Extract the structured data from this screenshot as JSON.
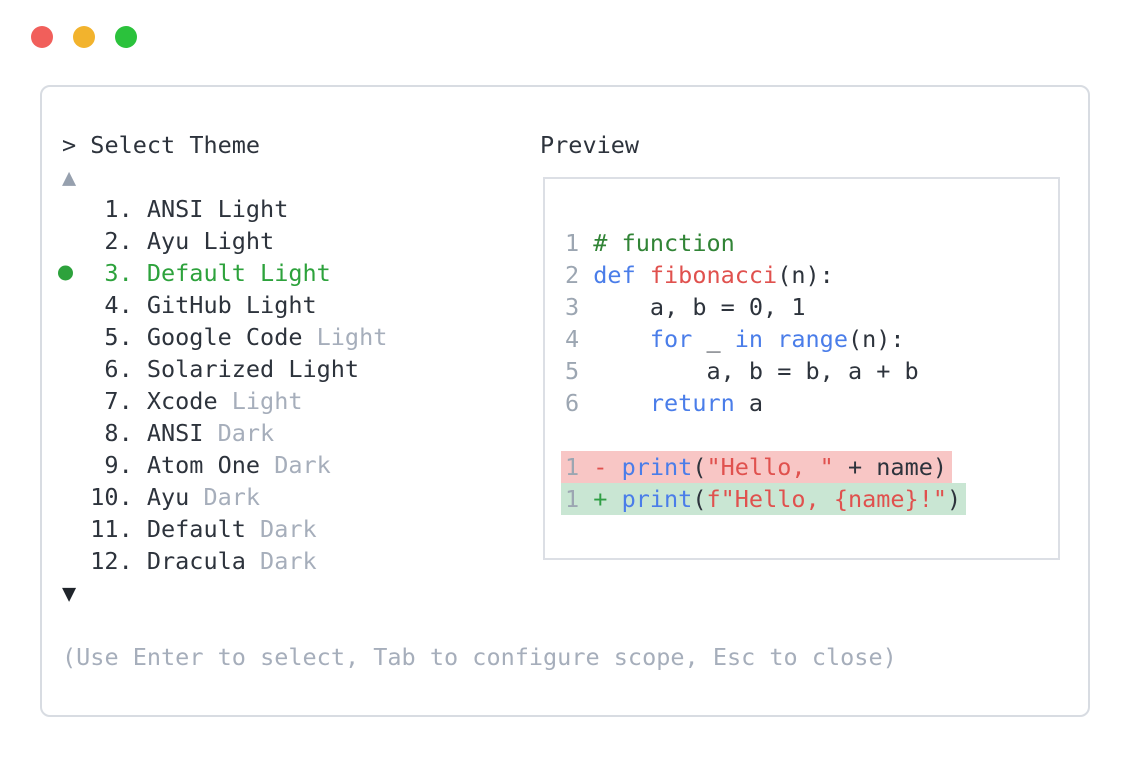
{
  "window": {
    "controls": [
      {
        "name": "close",
        "color": "#f15f5b"
      },
      {
        "name": "minimize",
        "color": "#f2b32d"
      },
      {
        "name": "maximize",
        "color": "#2bc23c"
      }
    ]
  },
  "prompt": {
    "text": "> Select Theme"
  },
  "list": {
    "scroll_up_indicator": "▲",
    "scroll_down_indicator": "▼",
    "selected_number": "3",
    "items": [
      {
        "number": "1",
        "name": "ANSI Light",
        "suffix": "",
        "selected": false
      },
      {
        "number": "2",
        "name": "Ayu Light",
        "suffix": "",
        "selected": false
      },
      {
        "number": "3",
        "name": "Default Light",
        "suffix": "",
        "selected": true
      },
      {
        "number": "4",
        "name": "GitHub Light",
        "suffix": "",
        "selected": false
      },
      {
        "number": "5",
        "name": "Google Code",
        "suffix": "Light",
        "selected": false
      },
      {
        "number": "6",
        "name": "Solarized Light",
        "suffix": "",
        "selected": false
      },
      {
        "number": "7",
        "name": "Xcode",
        "suffix": "Light",
        "selected": false
      },
      {
        "number": "8",
        "name": "ANSI",
        "suffix": "Dark",
        "selected": false
      },
      {
        "number": "9",
        "name": "Atom One",
        "suffix": "Dark",
        "selected": false
      },
      {
        "number": "10",
        "name": "Ayu",
        "suffix": "Dark",
        "selected": false
      },
      {
        "number": "11",
        "name": "Default",
        "suffix": "Dark",
        "selected": false
      },
      {
        "number": "12",
        "name": "Dracula",
        "suffix": "Dark",
        "selected": false
      }
    ]
  },
  "preview": {
    "label": "Preview",
    "code_lines": [
      {
        "num": "1",
        "diff": "",
        "segments": [
          {
            "t": "# function",
            "c": "comment"
          }
        ]
      },
      {
        "num": "2",
        "diff": "",
        "segments": [
          {
            "t": "def ",
            "c": "keyword"
          },
          {
            "t": "fibonacci",
            "c": "funcname"
          },
          {
            "t": "(n):",
            "c": "plain"
          }
        ]
      },
      {
        "num": "3",
        "diff": "",
        "segments": [
          {
            "t": "    a, b = 0, 1",
            "c": "plain"
          }
        ]
      },
      {
        "num": "4",
        "diff": "",
        "segments": [
          {
            "t": "    ",
            "c": "plain"
          },
          {
            "t": "for",
            "c": "keyword"
          },
          {
            "t": " _ ",
            "c": "plain"
          },
          {
            "t": "in",
            "c": "keyword"
          },
          {
            "t": " ",
            "c": "plain"
          },
          {
            "t": "range",
            "c": "keyword"
          },
          {
            "t": "(n):",
            "c": "plain"
          }
        ]
      },
      {
        "num": "5",
        "diff": "",
        "segments": [
          {
            "t": "        a, b = b, a + b",
            "c": "plain"
          }
        ]
      },
      {
        "num": "6",
        "diff": "",
        "segments": [
          {
            "t": "    ",
            "c": "plain"
          },
          {
            "t": "return",
            "c": "keyword"
          },
          {
            "t": " a",
            "c": "plain"
          }
        ]
      },
      {
        "num": "",
        "diff": "",
        "segments": []
      },
      {
        "num": "1",
        "diff": "removed",
        "segments": [
          {
            "t": "- ",
            "c": "removed-sign"
          },
          {
            "t": "print",
            "c": "keyword"
          },
          {
            "t": "(",
            "c": "plain"
          },
          {
            "t": "\"Hello, \"",
            "c": "string"
          },
          {
            "t": " + name)",
            "c": "plain"
          }
        ]
      },
      {
        "num": "1",
        "diff": "added",
        "segments": [
          {
            "t": "+ ",
            "c": "added-sign"
          },
          {
            "t": "print",
            "c": "keyword"
          },
          {
            "t": "(",
            "c": "plain"
          },
          {
            "t": "f\"Hello, {name}!\"",
            "c": "string"
          },
          {
            "t": ")",
            "c": "plain"
          }
        ]
      }
    ]
  },
  "help": {
    "text": "(Use Enter to select, Tab to configure scope, Esc to close)"
  },
  "colors": {
    "panel_border": "#d8dce2",
    "preview_border": "#dcdfe5",
    "text_dark": "#2d333c",
    "text_gray": "#a6aebb",
    "green_selected": "#2da23c",
    "arrow_up": "#96a0ae",
    "arrow_down": "#20252b",
    "code_plain": "#2d333c",
    "code_blue": "#4a7de9",
    "code_red": "#e0514e",
    "code_comment": "#318436",
    "line_number": "#9ca6b2",
    "diff_added_sign": "#2f9e44",
    "diff_removed_bg": "#f8c6c5",
    "diff_added_bg": "#c9e6d3"
  }
}
